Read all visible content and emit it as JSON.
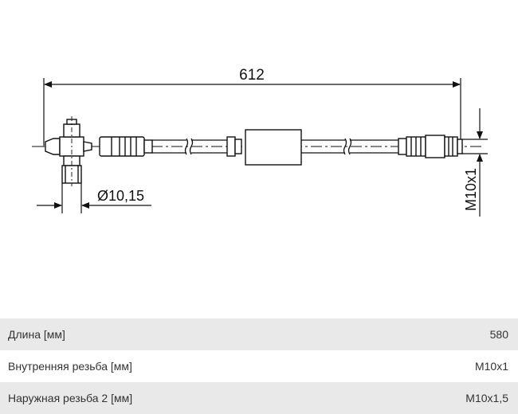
{
  "drawing": {
    "overall_length": "612",
    "diameter": "Ø10,15",
    "thread_end": "M10x1"
  },
  "specs": [
    {
      "label": "Длина [мм]",
      "value": "580"
    },
    {
      "label": "Внутренняя резьба [мм]",
      "value": "M10x1"
    },
    {
      "label": "Наружная резьба 2 [мм]",
      "value": "M10x1,5"
    }
  ]
}
